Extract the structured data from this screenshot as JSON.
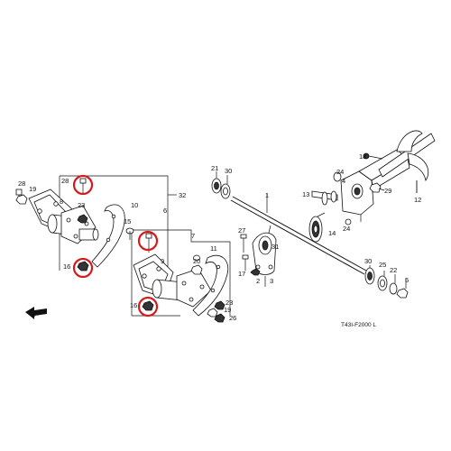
{
  "diagram": {
    "code_label": "T43I-F2000 L",
    "direction_label": "FR.",
    "highlight_color": "#d7191c",
    "callouts": [
      "1",
      "2",
      "3",
      "4",
      "5",
      "6",
      "7",
      "8",
      "9",
      "10",
      "11",
      "12",
      "13",
      "14",
      "15",
      "16",
      "16",
      "17",
      "18",
      "19",
      "19",
      "20",
      "21",
      "22",
      "23",
      "23",
      "24",
      "24",
      "25",
      "26",
      "27",
      "28",
      "28",
      "29",
      "30",
      "30",
      "31",
      "32"
    ]
  }
}
